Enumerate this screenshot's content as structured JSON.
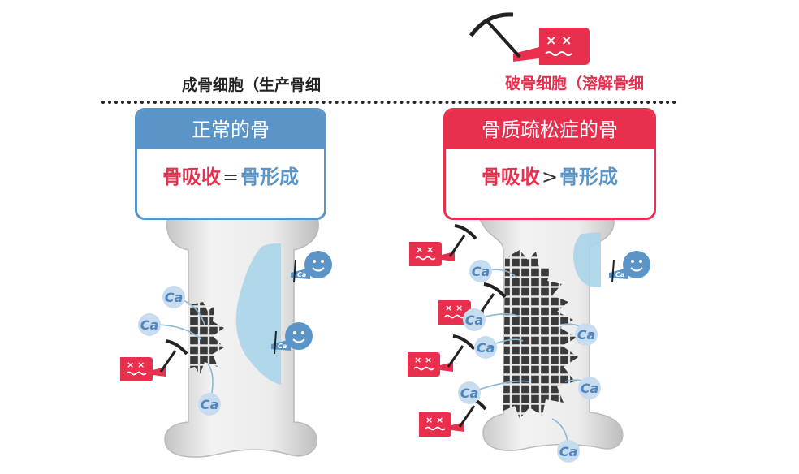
{
  "header": {
    "osteoblast_label": "成骨细胞（生产骨细",
    "osteoclast_label": "破骨细胞（溶解骨细"
  },
  "panels": [
    {
      "title": "正常的骨",
      "left_term": "骨吸收",
      "operator": "=",
      "right_term": "骨形成"
    },
    {
      "title": "骨质疏松症的骨",
      "left_term": "骨吸收",
      "operator": ">",
      "right_term": "骨形成"
    }
  ],
  "calcium_label": "Ca",
  "colors": {
    "blue": "#5b95c8",
    "red": "#e8304e",
    "bone": "#e6e6e6",
    "light_blue": "#aad4ea",
    "ca_circle": "#c8dcf0"
  },
  "icons": {
    "osteoclast": "pickaxe-osteoclast-icon",
    "osteoblast": "smiley-osteoblast-icon",
    "calcium": "calcium-ion-icon"
  }
}
